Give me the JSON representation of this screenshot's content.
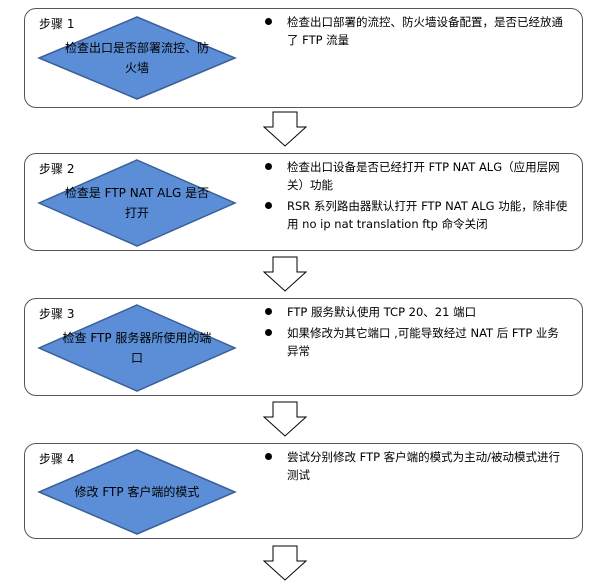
{
  "steps": [
    {
      "label": "步骤 1",
      "decision": "检查出口是否部署流控、防火墙",
      "bullets": [
        "检查出口部署的流控、防火墙设备配置，是否已经放通了 FTP 流量"
      ]
    },
    {
      "label": "步骤 2",
      "decision": "检查是 FTP NAT ALG 是否打开",
      "bullets": [
        "检查出口设备是否已经打开 FTP NAT ALG（应用层网关）功能",
        "RSR 系列路由器默认打开 FTP NAT ALG 功能，除非使用 no ip nat translation ftp 命令关闭"
      ]
    },
    {
      "label": "步骤 3",
      "decision": "检查 FTP 服务器所使用的端口",
      "bullets": [
        "FTP 服务默认使用 TCP 20、21 端口",
        "如果修改为其它端口 ,可能导致经过 NAT 后 FTP 业务异常"
      ]
    },
    {
      "label": "步骤 4",
      "decision": "修改 FTP 客户端的模式",
      "bullets": [
        "尝试分别修改 FTP 客户端的模式为主动/被动模式进行测试"
      ]
    }
  ],
  "colors": {
    "diamond_fill": "#5b8ed6",
    "diamond_stroke": "#3a5f99",
    "border": "#555555"
  }
}
